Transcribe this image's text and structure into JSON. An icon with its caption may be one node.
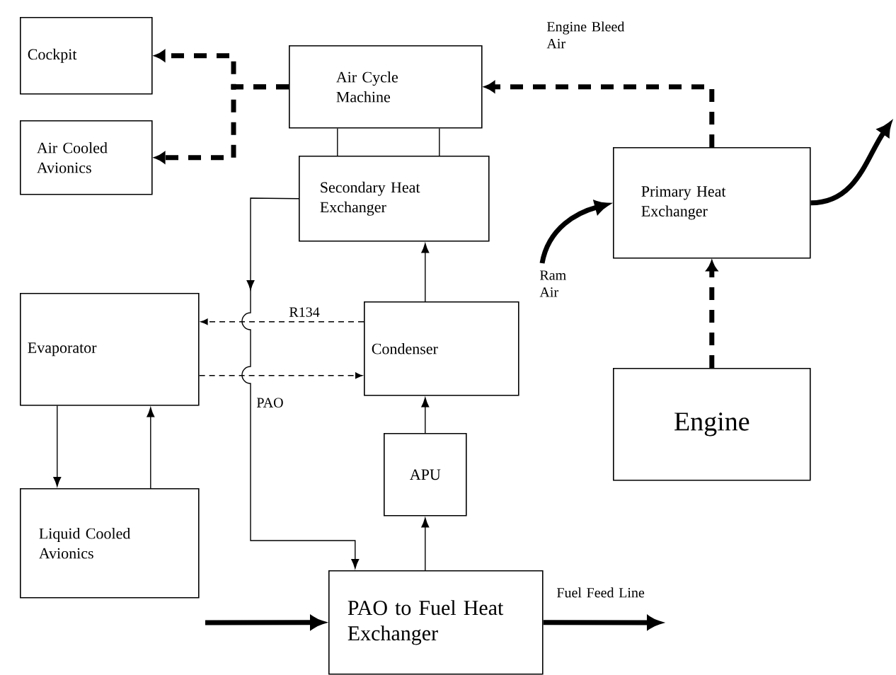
{
  "diagram": {
    "nodes": [
      {
        "text": [
          "Cockpit"
        ]
      },
      {
        "text": [
          "Air Cooled Avionics"
        ]
      },
      {
        "text": [
          "Air Cycle Machine"
        ]
      },
      {
        "text": [
          "Secondary Heat Exchanger"
        ]
      },
      {
        "text": [
          "Primary Heat Exchanger"
        ]
      },
      {
        "text": [
          "Evaporator"
        ]
      },
      {
        "text": [
          "Condenser"
        ]
      },
      {
        "text": [
          "Engine"
        ]
      },
      {
        "text": [
          "APU"
        ]
      },
      {
        "text": [
          "Liquid Cooled Avionics"
        ]
      },
      {
        "text": [
          "PAO to Fuel Heat Exchanger"
        ]
      }
    ],
    "edges": [
      {
        "from": 2,
        "to": 0,
        "arrow": "to",
        "style": "dashed"
      },
      {
        "from": 2,
        "to": 1,
        "arrow": "to",
        "style": "dashed"
      },
      {
        "from": 4,
        "to": 2,
        "arrow": "to",
        "style": "dashed",
        "label": "Engine Bleed Air"
      },
      {
        "from": 7,
        "to": 4,
        "arrow": "to",
        "style": "dashed"
      },
      {
        "from": null,
        "to": 4,
        "arrow": "to",
        "style": "thick",
        "label": "Ram Air"
      },
      {
        "from": 4,
        "to": null,
        "arrow": "to",
        "style": "thick"
      },
      {
        "from": 2,
        "to": 3,
        "arrow": "none"
      },
      {
        "from": 2,
        "to": 3,
        "arrow": "none"
      },
      {
        "from": 3,
        "to": 10,
        "arrow": "to",
        "label": "PAO"
      },
      {
        "from": 10,
        "to": 8,
        "arrow": "to"
      },
      {
        "from": 8,
        "to": 6,
        "arrow": "to"
      },
      {
        "from": 6,
        "to": 3,
        "arrow": "to"
      },
      {
        "from": 6,
        "to": 5,
        "arrow": "to",
        "style": "dashed",
        "label": "R134"
      },
      {
        "from": 5,
        "to": 6,
        "arrow": "to",
        "style": "dashed"
      },
      {
        "from": 5,
        "to": 9,
        "arrow": "to"
      },
      {
        "from": 9,
        "to": 5,
        "arrow": "to"
      },
      {
        "from": null,
        "to": 10,
        "arrow": "to",
        "style": "thick"
      },
      {
        "from": 10,
        "to": null,
        "arrow": "to",
        "style": "thick",
        "label": "Fuel Feed Line"
      }
    ]
  }
}
